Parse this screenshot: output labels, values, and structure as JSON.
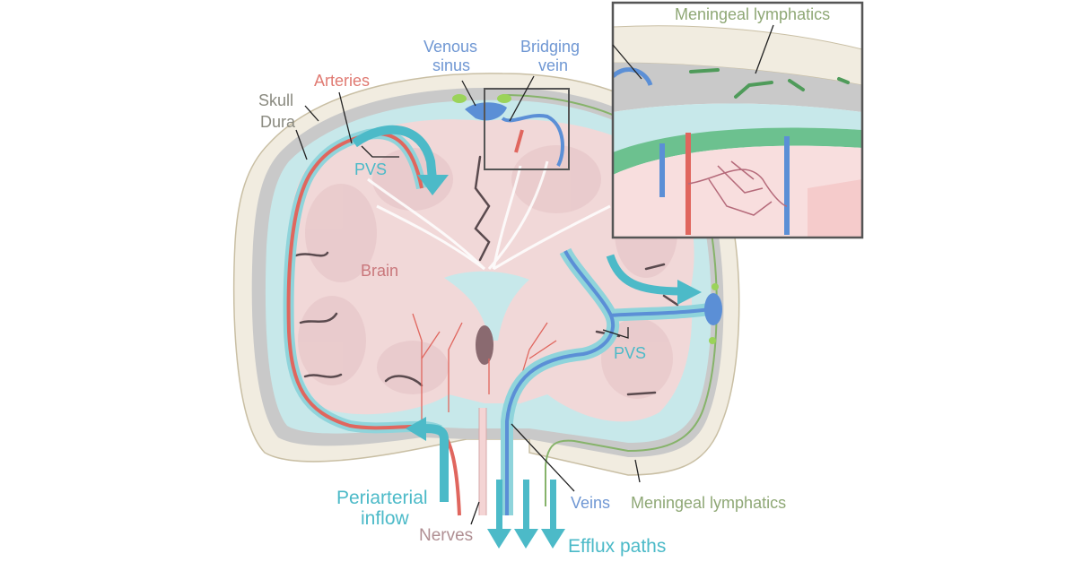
{
  "title": "Brain fluid clearance pathways diagram",
  "labels": {
    "skull": "Skull",
    "dura": "Dura",
    "arteries": "Arteries",
    "venous_sinus_line1": "Venous",
    "venous_sinus_line2": "sinus",
    "bridging_vein_line1": "Bridging",
    "bridging_vein_line2": "vein",
    "pvs_top": "PVS",
    "pvs_right": "PVS",
    "brain": "Brain",
    "periarterial_line1": "Periarterial",
    "periarterial_line2": "inflow",
    "nerves": "Nerves",
    "veins": "Veins",
    "meningeal_lymphatics_bottom": "Meningeal lymphatics",
    "efflux_paths": "Efflux paths",
    "inset_meningeal_lymphatics": "Meningeal lymphatics"
  },
  "colors": {
    "skull": "#f1ece0",
    "skull_edge": "#c9bfa4",
    "dura": "#c9c9c9",
    "csf": "#c7e8ea",
    "brain": "#f1d8d8",
    "brain_dark": "#e4c2c5",
    "artery": "#e0665e",
    "vein": "#5b8fd6",
    "pvs": "#5bc2cf",
    "lymphatic": "#86b36a",
    "lymph_node": "#9bd35a",
    "nerve": "#f4d4d4",
    "label_gray": "#8a8a80",
    "label_red": "#e07a72",
    "label_blue": "#6f97d3",
    "label_teal": "#4cbac8",
    "label_green": "#8fa876",
    "label_brain": "#c9777b",
    "label_nerves": "#b08f93",
    "inset_border": "#555555"
  }
}
